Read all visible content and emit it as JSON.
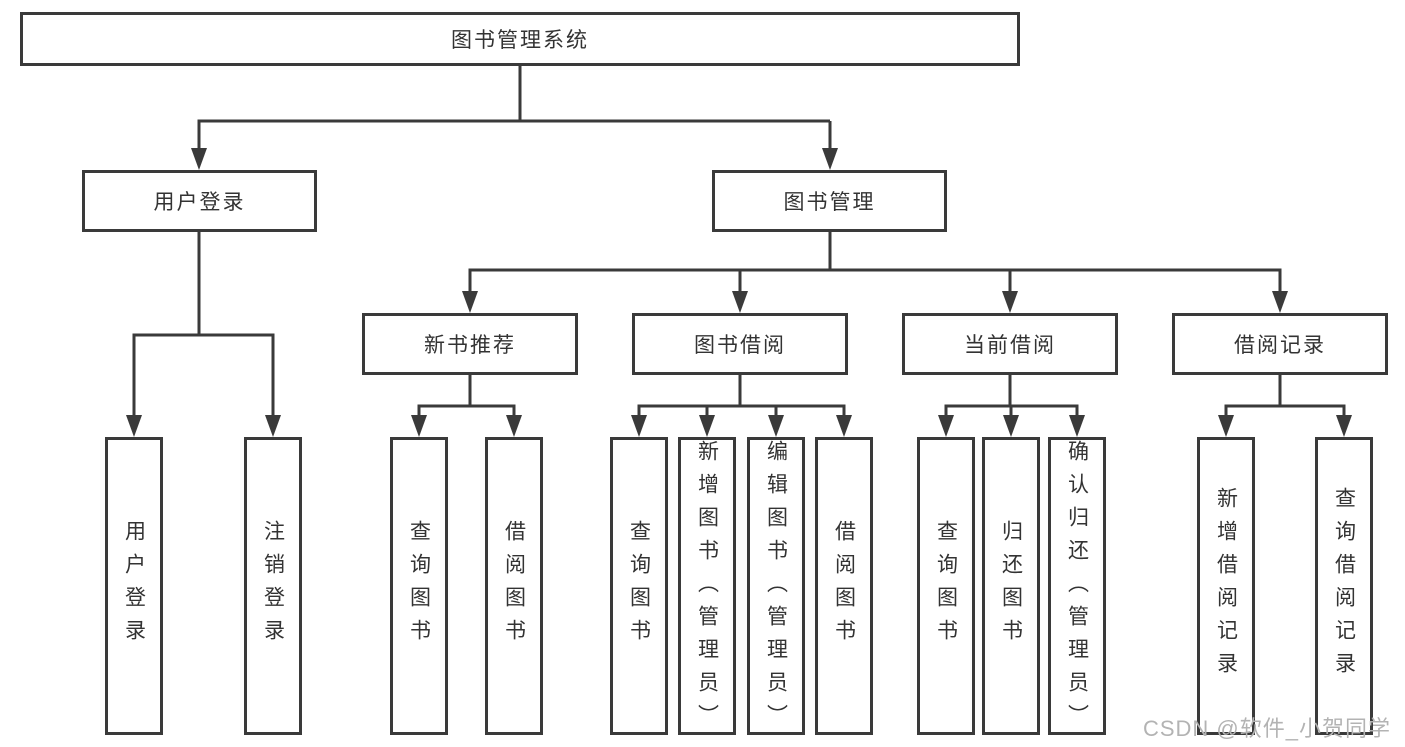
{
  "diagram_title": "图书管理系统",
  "nodes": {
    "root": "图书管理系统",
    "user_login": "用户登录",
    "book_management": "图书管理",
    "new_book_recommend": "新书推荐",
    "book_borrowing": "图书借阅",
    "current_borrowing": "当前借阅",
    "borrowing_records": "借阅记录",
    "leaf_user_login": "用户登录",
    "leaf_logout": "注销登录",
    "leaf_nbr_query_books": "查询图书",
    "leaf_nbr_borrow_books": "借阅图书",
    "leaf_bb_query_books": "查询图书",
    "leaf_bb_add_books": "新增图书（管理员）",
    "leaf_bb_edit_books": "编辑图书（管理员）",
    "leaf_bb_borrow_books": "借阅图书",
    "leaf_cb_query_books": "查询图书",
    "leaf_cb_return_books": "归还图书",
    "leaf_cb_confirm_return": "确认归还（管理员）",
    "leaf_br_add_record": "新增借阅记录",
    "leaf_br_query_record": "查询借阅记录"
  },
  "watermark": "CSDN @软件_小贺同学",
  "colors": {
    "line": "#3a3a3a",
    "text": "#333333",
    "watermark": "#b3b3b3",
    "background": "#ffffff"
  }
}
